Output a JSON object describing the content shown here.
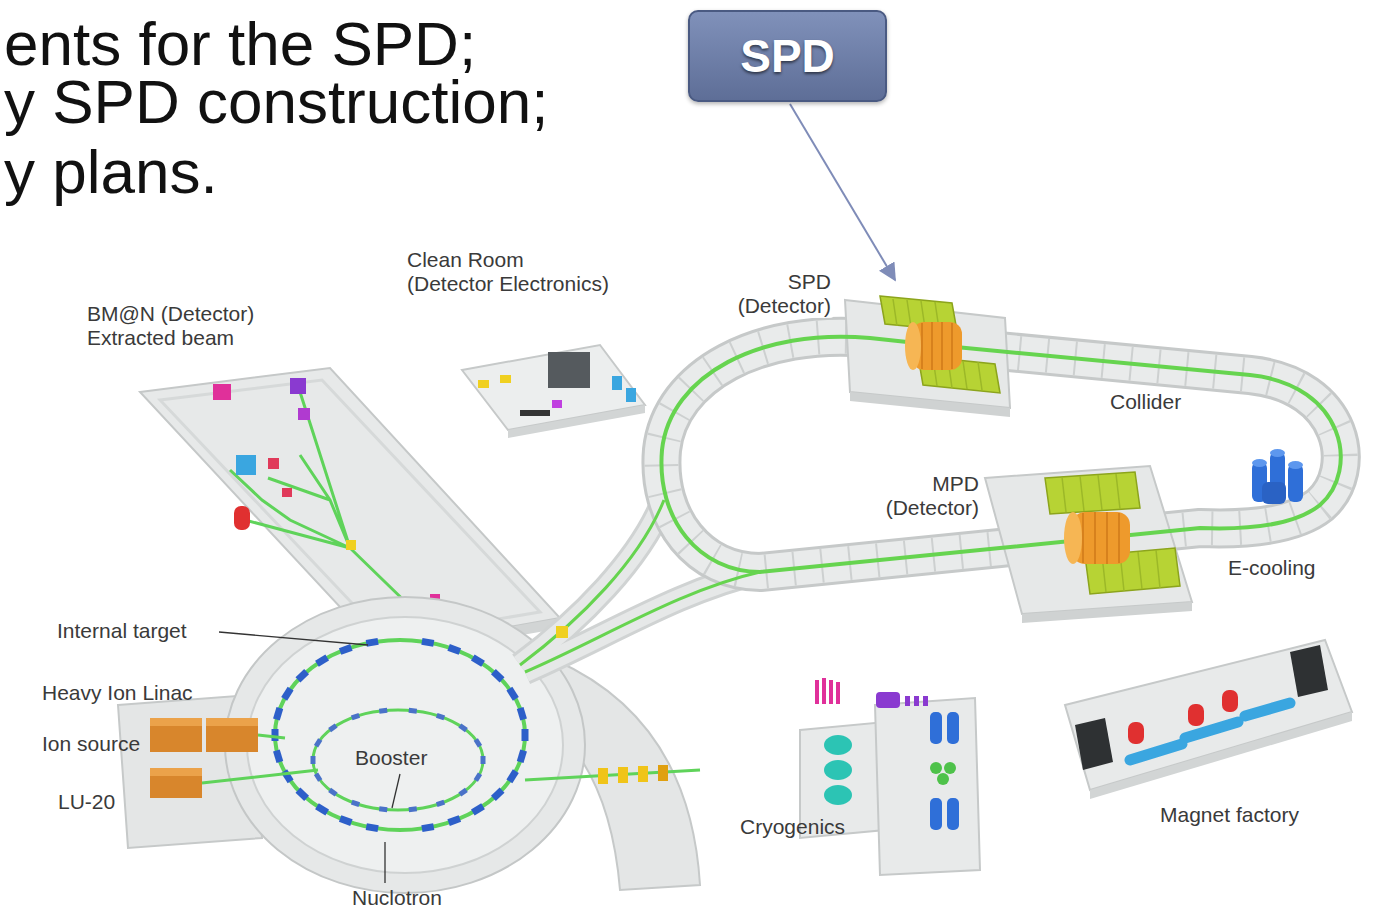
{
  "diagram": {
    "nodes": [
      {
        "text": [
          "SPD"
        ]
      }
    ],
    "labels": [
      "ents for the SPD;",
      "y SPD construction;",
      "y plans.",
      "Clean Room (Detector Electronics)",
      "BM@N (Detector) Extracted beam",
      "SPD (Detector)",
      "Collider",
      "MPD (Detector)",
      "E-cooling",
      "Internal target",
      "Heavy Ion Linac",
      "Ion source",
      "LU-20",
      "Booster",
      "Cryogenics",
      "Magnet factory",
      "Nuclotron"
    ]
  }
}
